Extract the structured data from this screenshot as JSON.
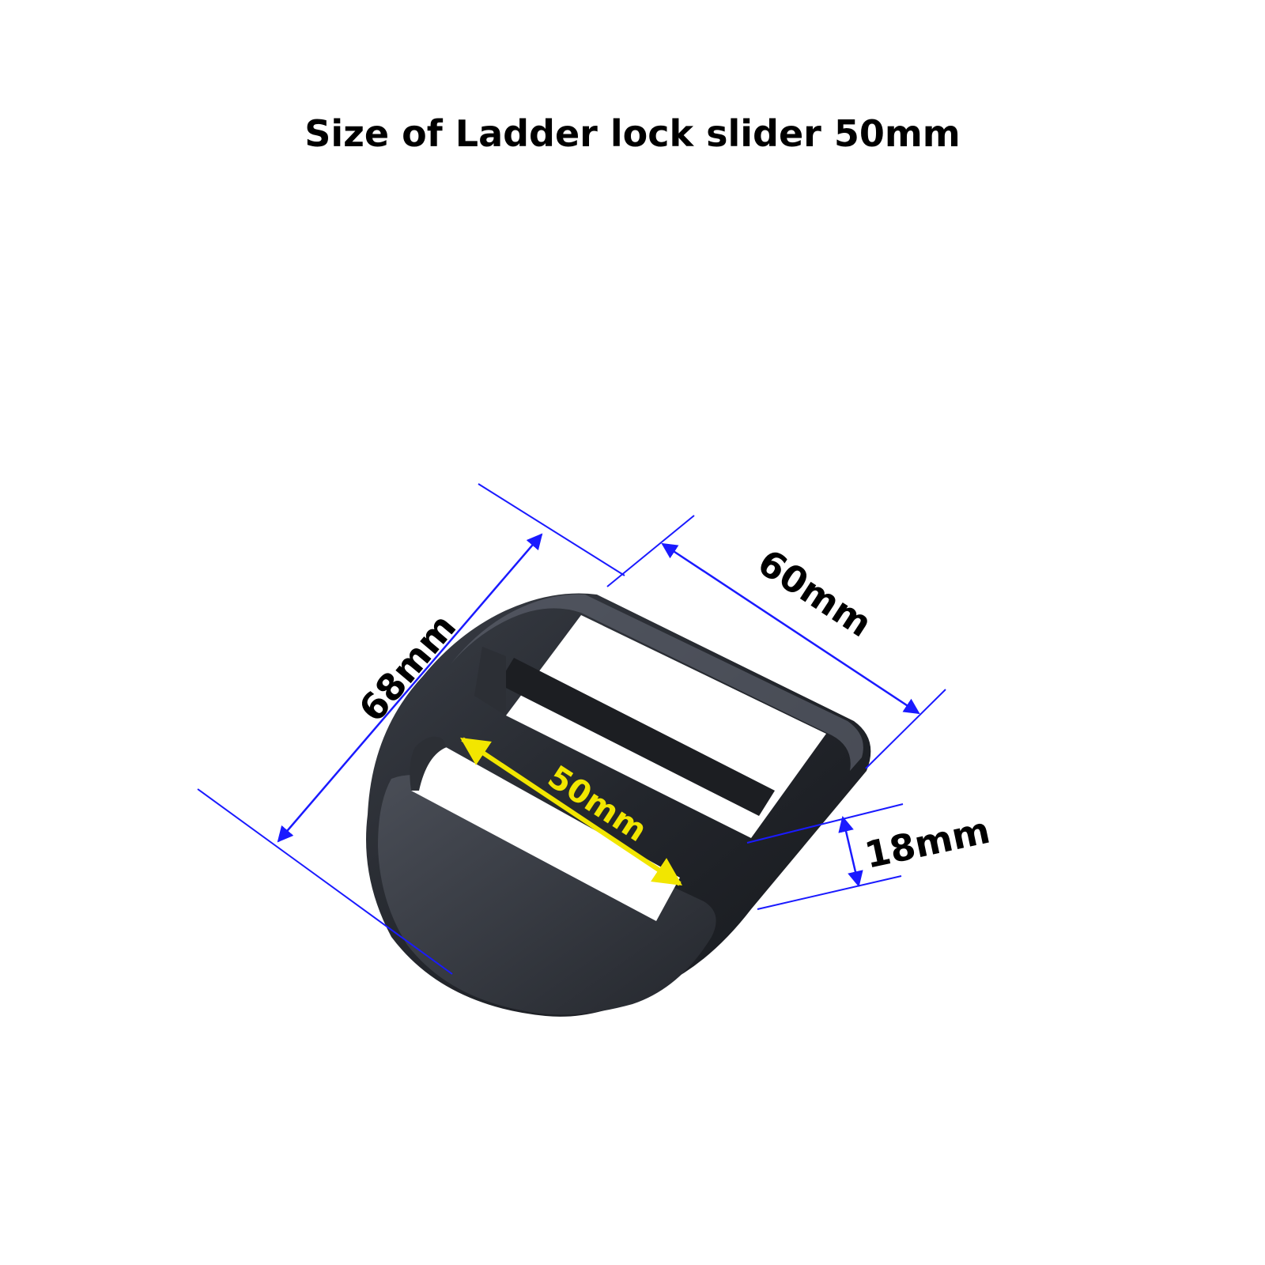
{
  "title": "Size of Ladder lock slider 50mm",
  "dimensions": {
    "length": "68mm",
    "width": "60mm",
    "inner_width": "50mm",
    "thickness": "18mm"
  },
  "colors": {
    "dimension_line": "#1a1aff",
    "inner_arrow": "#f2e600",
    "product": "#2a2d33"
  }
}
